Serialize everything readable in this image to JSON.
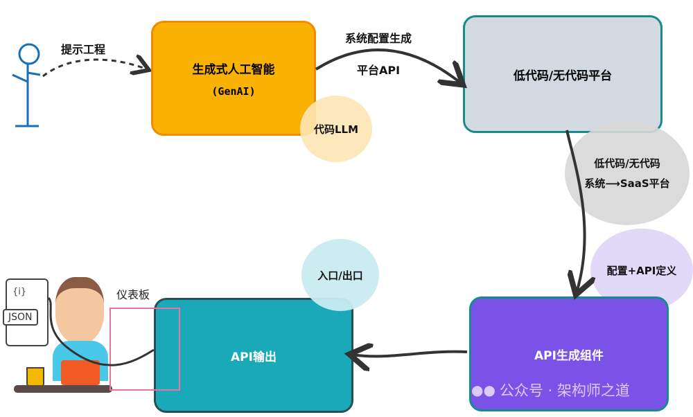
{
  "prompt_label": "提示工程",
  "genai": {
    "title": "生成式人工智能",
    "subtitle": "(GenAI)"
  },
  "llm_bubble": "代码LLM",
  "arrow_top": {
    "line1": "系统配置生成",
    "line2": "平台API"
  },
  "lowcode": {
    "title": "低代码/无代码平台"
  },
  "lowcode_bubble": {
    "line1": "低代码/无代码",
    "line2": "系统⟶SaaS平台"
  },
  "config_bubble": "配置+API定义",
  "api_gen": {
    "title": "API生成组件"
  },
  "api_out": {
    "title": "API输出"
  },
  "io_bubble": "入口/出口",
  "dashboard_label": "仪表板",
  "json_doc": {
    "icon_text": "{i}",
    "label": "JSON"
  },
  "watermark": "公众号 · 架构师之道",
  "colors": {
    "genai": "#f9b104",
    "lowcode": "#d3d9e0",
    "api_gen": "#7b52e8",
    "api_out": "#19a9b9"
  }
}
